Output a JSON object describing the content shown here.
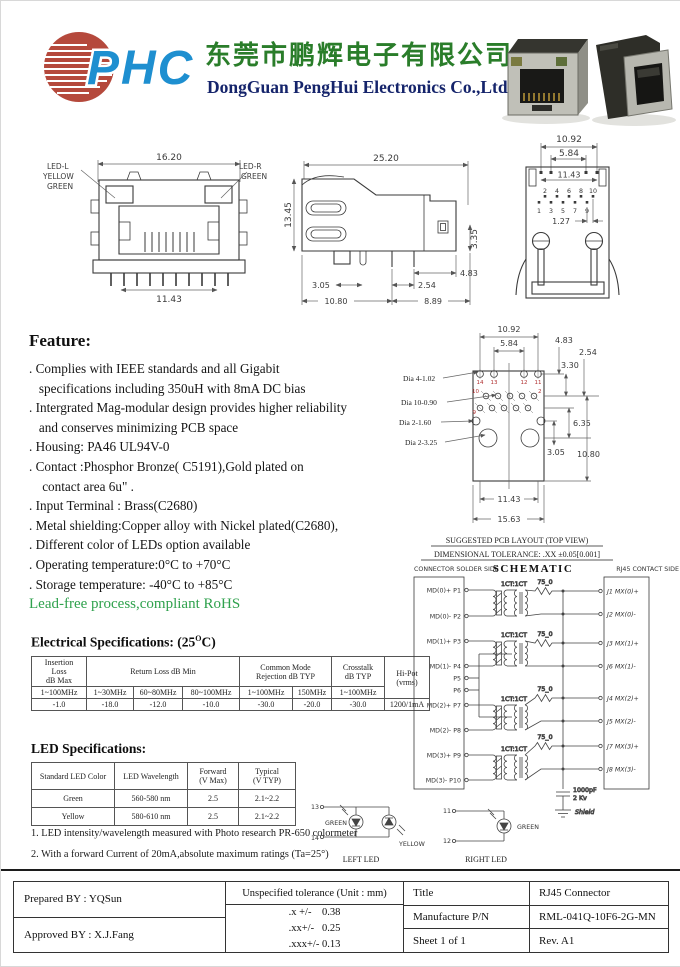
{
  "colors": {
    "logo_blue": "#1e8fd0",
    "logo_red": "#b5493c",
    "company_green": "#2a7d2a",
    "company_navy": "#15246b",
    "rohs_green": "#2fa14d",
    "pin_red": "#b03030"
  },
  "header": {
    "logo_text": "PHC",
    "company_cn": "东莞市鹏辉电子有限公司",
    "company_en": "DongGuan PengHui Electronics Co.,Ltd"
  },
  "front_view": {
    "dim_top": "16.20",
    "dim_bottom": "11.43",
    "led_l": [
      "LED-L",
      "YELLOW",
      "GREEN"
    ],
    "led_r": [
      "LED-R",
      "GREEN"
    ]
  },
  "side_view": {
    "d2520": "25.20",
    "d1345": "13.45",
    "d335": "3.35",
    "d483": "4.83",
    "d254": "2.54",
    "d305": "3.05",
    "d1080": "10.80",
    "d889": "8.89"
  },
  "top_view": {
    "d1092": "10.92",
    "d584": "5.84",
    "d1143": "11.43",
    "d127": "1.27",
    "pins_even": [
      "2",
      "4",
      "6",
      "8",
      "10"
    ],
    "pins_odd": [
      "1",
      "3",
      "5",
      "7",
      "9"
    ]
  },
  "feature": {
    "heading": "Feature:",
    "lines": [
      ". Complies with IEEE standards and all Gigabit",
      "   specifications including 350uH with 8mA DC bias",
      ". Intergrated Mag-modular design provides higher reliability",
      "   and conserves minimizing PCB space",
      ". Housing: PA46 UL94V-0",
      ". Contact :Phosphor Bronze( C5191),Gold plated on",
      "    contact area 6u\" .",
      ". Input Terminal : Brass(C2680)",
      ". Metal shielding:Copper alloy with Nickel plated(C2680),",
      ". Different color of LEDs option available",
      ". Operating temperature:0°C to +70°C",
      ". Storage temperature: -40°C to +85°C"
    ],
    "rohs": "Lead-free process,compliant RoHS"
  },
  "pcb": {
    "d1092": "10.92",
    "d584": "5.84",
    "d483": "4.83",
    "d254": "2.54",
    "d330": "3.30",
    "d635": "6.35",
    "d305": "3.05",
    "d1080": "10.80",
    "d1143": "11.43",
    "d1563": "15.63",
    "dia1": "Dia 4-1.02",
    "dia2": "Dia 10-0.90",
    "dia3": "Dia 2-1.60",
    "dia4": "Dia 2-3.25",
    "pins": {
      "p14": "14",
      "p13": "13",
      "p12": "12",
      "p11": "11",
      "p10": "10",
      "p2": "2",
      "p9": "9"
    },
    "caption1": "SUGGESTED PCB LAYOUT (TOP VIEW)",
    "caption2": "DIMENSIONAL TOLERANCE: .XX  ±0.05[0.001]"
  },
  "schematic": {
    "left_header": "CONNECTOR  SOLDER  SIDE",
    "title": "SCHEMATIC",
    "right_header": "RJ45  CONTACT  SIDE",
    "left_pins": [
      "MD(0)+  P1",
      "MD(0)-  P2",
      "MD(1)+  P3",
      "MD(1)-  P4",
      "P5",
      "P6",
      "MD(2)+  P7",
      "MD(2)-  P8",
      "MD(3)+  P9",
      "MD(3)-  P10"
    ],
    "right_pins": [
      "J1  MX(0)+",
      "J2  MX(0)-",
      "J3  MX(1)+",
      "J6  MX(1)-",
      "J4  MX(2)+",
      "J5  MX(2)-",
      "J7  MX(3)+",
      "J8  MX(3)-"
    ],
    "xfmr_label": "1CT:1CT",
    "res_label": "75_0",
    "cap1": "1000pF",
    "cap2": "2 Kv",
    "shield": "Shield"
  },
  "led_circuits": {
    "left": {
      "pin_top": "13",
      "pin_bottom": "14",
      "green": "GREEN",
      "yellow": "YELLOW",
      "caption": "LEFT  LED"
    },
    "right": {
      "pin_top": "11",
      "pin_bottom": "12",
      "green": "GREEN",
      "caption": "RIGHT  LED"
    }
  },
  "electrical": {
    "heading_pre": "Electrical Specifications: (25",
    "heading_sup": "O",
    "heading_post": "C)",
    "h_row1": [
      "Insertion\nLoss\ndB Max",
      "Return Loss   dB Min",
      "Common Mode\nRejection  dB TYP",
      "Crosstalk\ndB TYP",
      "Hi-Pot\n(vrms)"
    ],
    "h_row2": [
      "1~100MHz",
      "1~30MHz",
      "60~80MHz",
      "80~100MHz",
      "1~100MHz",
      "150MHz",
      "1~100MHz"
    ],
    "values": [
      "-1.0",
      "-18.0",
      "-12.0",
      "-10.0",
      "-30.0",
      "-20.0",
      "-30.0",
      "1200/1mA"
    ]
  },
  "led_specs": {
    "heading": "LED Specifications:",
    "headers": [
      "Standard LED Color",
      "LED Wavelength",
      "Forward\n(V Max)",
      "Typical\n(V TYP)"
    ],
    "rows": [
      [
        "Green",
        "560-580 nm",
        "2.5",
        "2.1~2.2"
      ],
      [
        "Yellow",
        "580-610 nm",
        "2.5",
        "2.1~2.2"
      ]
    ],
    "notes": [
      "1. LED intensity/wavelength measured with Photo research PR-650 colormeter",
      "2. With a forward Current of 20mA,absolute maximum ratings (Ta=25°)"
    ]
  },
  "footer": {
    "prepared": "Prepared  BY : YQSun",
    "approved": "Approved  BY : X.J.Fang",
    "tol_header": "Unspecified tolerance (Unit : mm)",
    "tol1": ".x +/-    0.38",
    "tol2": ".xx+/-   0.25",
    "tol3": ".xxx+/- 0.13",
    "title_label": "Title",
    "title_value": "RJ45 Connector",
    "pn_label": "Manufacture P/N",
    "pn_value": "RML-041Q-10F6-2G-MN",
    "sheet_label": "Sheet  1 of 1",
    "rev_value": "Rev.  A1"
  }
}
